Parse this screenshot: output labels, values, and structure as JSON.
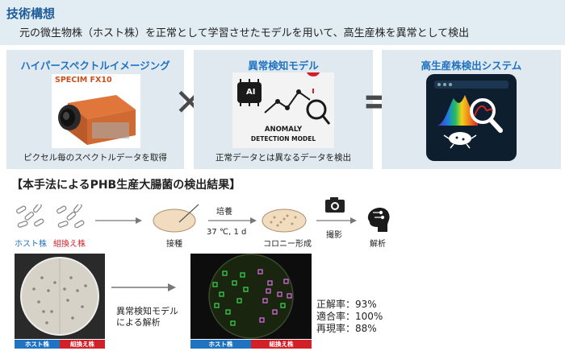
{
  "header": {
    "title": "技術構想",
    "description": "元の微生物株（ホスト株）を正常として学習させたモデルを用いて、高生産株を異常として検出"
  },
  "panels": [
    {
      "title": "ハイパースペクトルイメージング",
      "caption": "ピクセル毎のスペクトルデータを取得",
      "image_label": "SPECIM FX10"
    },
    {
      "title": "異常検知モデル",
      "caption": "正常データとは異なるデータを検出",
      "image_label_ai": "AI",
      "image_label_1": "ANOMALY",
      "image_label_2": "DETECTION MODEL"
    },
    {
      "title": "高生産株検出システム"
    }
  ],
  "operators": {
    "times": "✕",
    "equals": "="
  },
  "section": {
    "title": "【本手法によるPHB生産大腸菌の検出結果】"
  },
  "flow": {
    "host_label": "ホスト株",
    "recombinant_label": "組換え株",
    "inoculation": "接種",
    "culture_label": "培養",
    "culture_cond": "37 ℃, 1 d",
    "colony": "コロニー形成",
    "photo": "撮影",
    "analysis": "解析"
  },
  "result": {
    "arrow_label_1": "異常検知モデル",
    "arrow_label_2": "による解析",
    "plate_left_bar": [
      "ホスト株",
      "組換え株"
    ],
    "plate_right_bar": [
      "ホスト株",
      "組換え株"
    ]
  },
  "stats": {
    "accuracy": "正解率：93%",
    "precision": "適合率：100%",
    "recall": "再現率：88%"
  },
  "colors": {
    "accent": "#1f73c0",
    "host": "#1f73c0",
    "recombinant": "#d1202a",
    "panel_bg": "#dfe9ef"
  }
}
